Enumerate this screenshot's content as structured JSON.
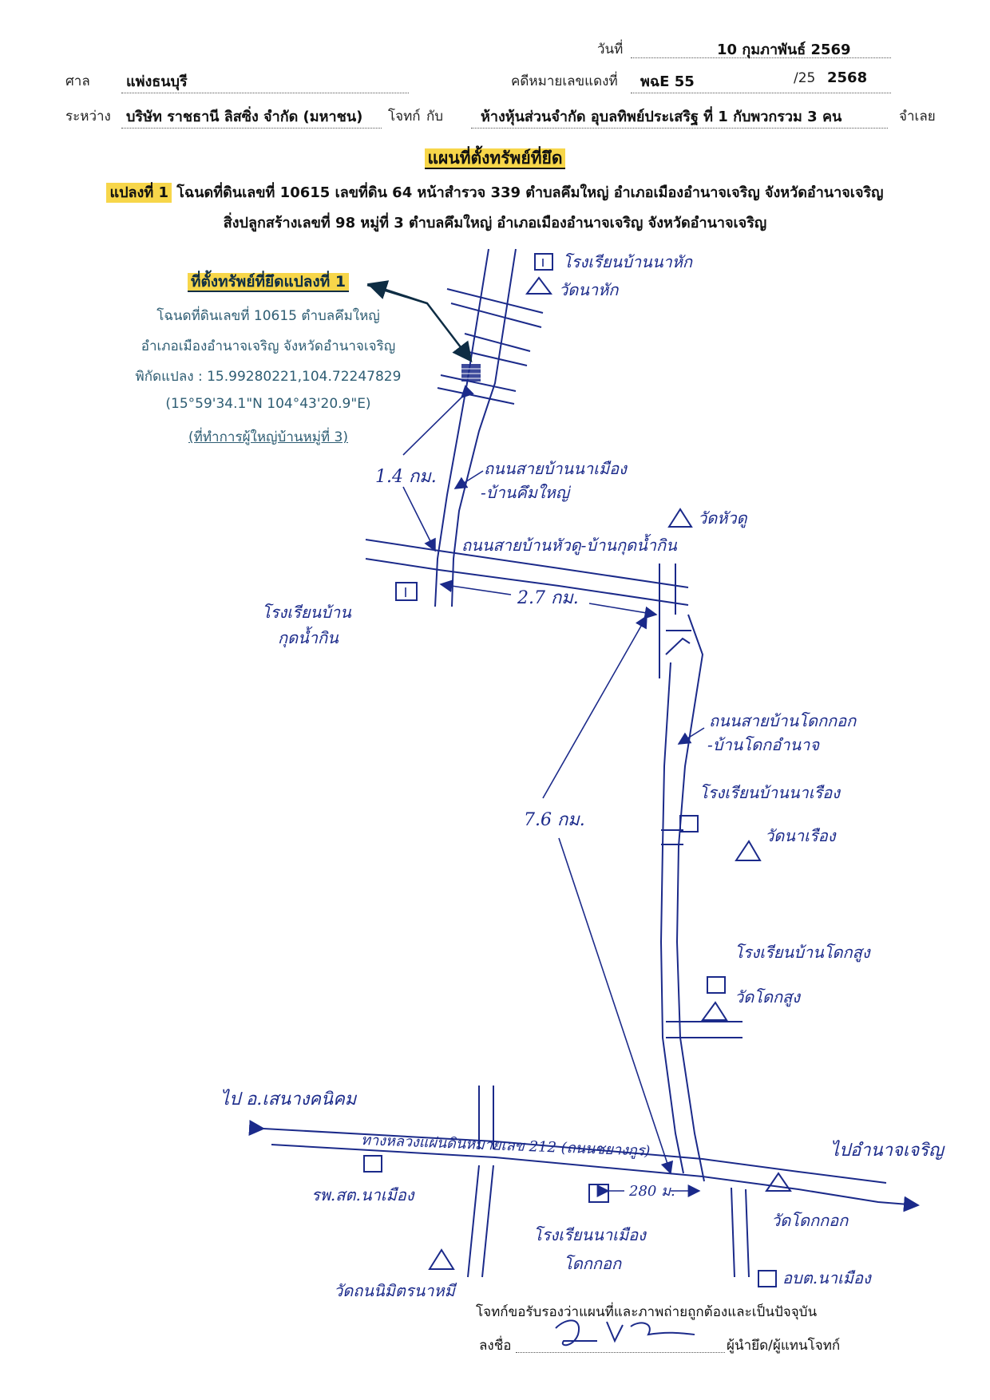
{
  "header": {
    "date_label": "วันที่",
    "date_value": "10 กุมภาพันธ์ 2569",
    "court_label": "ศาล",
    "court_value": "แพ่งธนบุรี",
    "case_label": "คดีหมายเลขแดงที่",
    "case_prefix": "พฉE 55",
    "case_mid": "/25",
    "case_year": "2568",
    "between_label": "ระหว่าง",
    "plaintiff": "บริษัท ราชธานี ลิสซิ่ง จำกัด (มหาชน)",
    "plaintiff_label": "โจทก์",
    "with_label": "กับ",
    "defendant": "ห้างหุ้นส่วนจำกัด อุบลทิพย์ประเสริฐ ที่ 1 กับพวกรวม 3 คน",
    "defendant_label": "จำเลย"
  },
  "title": "แผนที่ตั้งทรัพย์ที่ยึด",
  "desc": {
    "plot_tag": "แปลงที่ 1",
    "line1": "โฉนดที่ดินเลขที่ 10615 เลขที่ดิน 64 หน้าสำรวจ 339 ตำบลคึมใหญ่ อำเภอเมืองอำนาจเจริญ จังหวัดอำนาจเจริญ",
    "line2": "สิ่งปลูกสร้างเลขที่ 98 หมู่ที่ 3 ตำบลคึมใหญ่ อำเภอเมืองอำนาจเจริญ จังหวัดอำนาจเจริญ"
  },
  "info": {
    "title": "ที่ตั้งทรัพย์ที่ยึดแปลงที่ 1",
    "l1": "โฉนดที่ดินเลขที่ 10615 ตำบลคึมใหญ่",
    "l2": "อำเภอเมืองอำนาจเจริญ จังหวัดอำนาจเจริญ",
    "l3": "พิกัดแปลง : 15.99280221,104.72247829",
    "l4": "(15°59'34.1\"N 104°43'20.9\"E)",
    "l5": "(ที่ทำการผู้ใหญ่บ้านหมู่ที่ 3)"
  },
  "map": {
    "school_nahak": "โรงเรียนบ้านนาหัก",
    "temple_nahak": "วัดนาหัก",
    "road_nahak_label": "ถนนสายบ้านนาเมือง",
    "road_nahak_label2": "-บ้านคึมใหญ่",
    "dist_1": "1.4 กม.",
    "temple_huadu": "วัดหัวดู",
    "road_huadu_label": "ถนนสายบ้านหัวดู-บ้านกุดน้ำกิน",
    "school_kudnamkin": "โรงเรียนบ้าน",
    "school_kudnamkin2": "กุดน้ำกิน",
    "dist_2": "2.7 กม.",
    "road_dokkok_label": "ถนนสายบ้านโดกกอก",
    "road_dokkok_label2": "-บ้านโดกอำนาจ",
    "school_narueang": "โรงเรียนบ้านนาเรือง",
    "temple_narueang": "วัดนาเรือง",
    "dist_3": "7.6 กม.",
    "school_doksung": "โรงเรียนบ้านโดกสูง",
    "temple_doksung": "วัดโดกสูง",
    "to_west": "ไป อ.เสนางคนิคม",
    "highway_label": "ทางหลวงแผ่นดินหมายเลข 212 (ถนนชยางกูร)",
    "to_east": "ไปอำนาจเจริญ",
    "hospital": "รพ.สต.นาเมือง",
    "dist_4": "280 ม.",
    "temple_dokkok": "วัดโดกกอก",
    "school_namueang": "โรงเรียนนาเมือง",
    "school_namueang2": "โดกกอก",
    "temple_nimit": "วัดถนนิมิตรนาหมี",
    "sao": "อบต.นาเมือง"
  },
  "footer": {
    "certify": "โจทก์ขอรับรองว่าแผนที่และภาพถ่ายถูกต้องและเป็นปัจจุบัน",
    "sign_label": "ลงชื่อ",
    "sign_role": "ผู้นำยึด/ผู้แทนโจทก์"
  }
}
